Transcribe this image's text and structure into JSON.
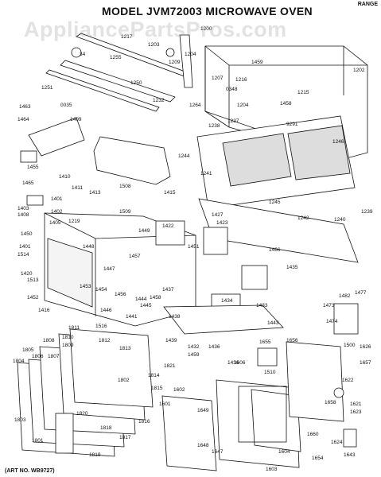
{
  "header": {
    "title": "MODEL JVM72003 MICROWAVE OVEN",
    "range": "RANGE",
    "watermark": "AppliancePartsPros.com",
    "art_no": "(ART NO. WB9727)"
  },
  "parts": [
    {
      "id": "p1217",
      "label": "1217"
    },
    {
      "id": "p1203",
      "label": "1203"
    },
    {
      "id": "p1200",
      "label": "1200"
    },
    {
      "id": "p1204",
      "label": "1204"
    },
    {
      "id": "p1202",
      "label": "1202"
    },
    {
      "id": "p34",
      "label": "34"
    },
    {
      "id": "p1255",
      "label": "1255"
    },
    {
      "id": "p1209",
      "label": "1209"
    },
    {
      "id": "p1459",
      "label": "1459"
    },
    {
      "id": "p1207",
      "label": "1207"
    },
    {
      "id": "p1216",
      "label": "1216"
    },
    {
      "id": "p0348",
      "label": "0348"
    },
    {
      "id": "p1204b",
      "label": "1204"
    },
    {
      "id": "p1215",
      "label": "1215"
    },
    {
      "id": "p1251",
      "label": "1251"
    },
    {
      "id": "p1250",
      "label": "1250"
    },
    {
      "id": "p1232",
      "label": "1232"
    },
    {
      "id": "p1264",
      "label": "1264"
    },
    {
      "id": "p1463",
      "label": "1463"
    },
    {
      "id": "p0035",
      "label": "0035"
    },
    {
      "id": "p1458",
      "label": "1458"
    },
    {
      "id": "p9291",
      "label": "9291"
    },
    {
      "id": "p1464",
      "label": "1464"
    },
    {
      "id": "p1409",
      "label": "1409"
    },
    {
      "id": "p1238",
      "label": "1238"
    },
    {
      "id": "p1237",
      "label": "1237"
    },
    {
      "id": "p1246",
      "label": "1246"
    },
    {
      "id": "p1244",
      "label": "1244"
    },
    {
      "id": "p1455",
      "label": "1455"
    },
    {
      "id": "p1410",
      "label": "1410"
    },
    {
      "id": "p1411",
      "label": "1411"
    },
    {
      "id": "p1413",
      "label": "1413"
    },
    {
      "id": "p1508",
      "label": "1508"
    },
    {
      "id": "p1415",
      "label": "1415"
    },
    {
      "id": "p1241",
      "label": "1241"
    },
    {
      "id": "p1465",
      "label": "1465"
    },
    {
      "id": "p1245",
      "label": "1245"
    },
    {
      "id": "p1401",
      "label": "1401"
    },
    {
      "id": "p1403",
      "label": "1403"
    },
    {
      "id": "p1408",
      "label": "1408"
    },
    {
      "id": "p1402",
      "label": "1402"
    },
    {
      "id": "p1509",
      "label": "1509"
    },
    {
      "id": "p1427",
      "label": "1427"
    },
    {
      "id": "p1242",
      "label": "1242"
    },
    {
      "id": "p1240",
      "label": "1240"
    },
    {
      "id": "p1239",
      "label": "1239"
    },
    {
      "id": "p1405",
      "label": "1405"
    },
    {
      "id": "p1219",
      "label": "1219"
    },
    {
      "id": "p1422",
      "label": "1422"
    },
    {
      "id": "p1423",
      "label": "1423"
    },
    {
      "id": "p1450",
      "label": "1450"
    },
    {
      "id": "p1449",
      "label": "1449"
    },
    {
      "id": "p1466",
      "label": "1466"
    },
    {
      "id": "p1448",
      "label": "1448"
    },
    {
      "id": "p1401b",
      "label": "1401"
    },
    {
      "id": "p1457",
      "label": "1457"
    },
    {
      "id": "p1451",
      "label": "1451"
    },
    {
      "id": "p1514",
      "label": "1514"
    },
    {
      "id": "p1447",
      "label": "1447"
    },
    {
      "id": "p1435",
      "label": "1435"
    },
    {
      "id": "p1420",
      "label": "1420"
    },
    {
      "id": "p1513",
      "label": "1513"
    },
    {
      "id": "p1453",
      "label": "1453"
    },
    {
      "id": "p1454",
      "label": "1454"
    },
    {
      "id": "p1437",
      "label": "1437"
    },
    {
      "id": "p1458b",
      "label": "1458"
    },
    {
      "id": "p1434",
      "label": "1434"
    },
    {
      "id": "p1452",
      "label": "1452"
    },
    {
      "id": "p1456",
      "label": "1456"
    },
    {
      "id": "p1444",
      "label": "1444"
    },
    {
      "id": "p1433",
      "label": "1433"
    },
    {
      "id": "p1445",
      "label": "1445"
    },
    {
      "id": "p1482",
      "label": "1482"
    },
    {
      "id": "p1477",
      "label": "1477"
    },
    {
      "id": "p1416",
      "label": "1416"
    },
    {
      "id": "p1446",
      "label": "1446"
    },
    {
      "id": "p1441",
      "label": "1441"
    },
    {
      "id": "p1473",
      "label": "1473"
    },
    {
      "id": "p1438",
      "label": "1438"
    },
    {
      "id": "p1443",
      "label": "1443"
    },
    {
      "id": "p1474",
      "label": "1474"
    },
    {
      "id": "p1811",
      "label": "1811"
    },
    {
      "id": "p1516",
      "label": "1516"
    },
    {
      "id": "p1439",
      "label": "1439"
    },
    {
      "id": "p1655",
      "label": "1655"
    },
    {
      "id": "p1656",
      "label": "1656"
    },
    {
      "id": "p1500",
      "label": "1500"
    },
    {
      "id": "p1626",
      "label": "1626"
    },
    {
      "id": "p1810",
      "label": "1810"
    },
    {
      "id": "p1812",
      "label": "1812"
    },
    {
      "id": "p1432",
      "label": "1432"
    },
    {
      "id": "p1436",
      "label": "1436"
    },
    {
      "id": "p1606",
      "label": "1606"
    },
    {
      "id": "p1657",
      "label": "1657"
    },
    {
      "id": "p1808",
      "label": "1808"
    },
    {
      "id": "p1809",
      "label": "1809"
    },
    {
      "id": "p1813",
      "label": "1813"
    },
    {
      "id": "p1459b",
      "label": "1459"
    },
    {
      "id": "p1805",
      "label": "1805"
    },
    {
      "id": "p1806",
      "label": "1806"
    },
    {
      "id": "p1807",
      "label": "1807"
    },
    {
      "id": "p1510",
      "label": "1510"
    },
    {
      "id": "p1804",
      "label": "1804"
    },
    {
      "id": "p1821",
      "label": "1821"
    },
    {
      "id": "p1436b",
      "label": "1436"
    },
    {
      "id": "p1622",
      "label": "1622"
    },
    {
      "id": "p1802",
      "label": "1802"
    },
    {
      "id": "p1814",
      "label": "1814"
    },
    {
      "id": "p1602",
      "label": "1602"
    },
    {
      "id": "p1815",
      "label": "1815"
    },
    {
      "id": "p1601",
      "label": "1601"
    },
    {
      "id": "p1658",
      "label": "1658"
    },
    {
      "id": "p1621",
      "label": "1621"
    },
    {
      "id": "p1803",
      "label": "1803"
    },
    {
      "id": "p1820",
      "label": "1820"
    },
    {
      "id": "p1816",
      "label": "1816"
    },
    {
      "id": "p1649",
      "label": "1649"
    },
    {
      "id": "p1623",
      "label": "1623"
    },
    {
      "id": "p1801",
      "label": "1801"
    },
    {
      "id": "p1818",
      "label": "1818"
    },
    {
      "id": "p1817",
      "label": "1817"
    },
    {
      "id": "p1660",
      "label": "1660"
    },
    {
      "id": "p1648",
      "label": "1648"
    },
    {
      "id": "p1604",
      "label": "1604"
    },
    {
      "id": "p1654",
      "label": "1654"
    },
    {
      "id": "p1624",
      "label": "1624"
    },
    {
      "id": "p1647",
      "label": "1647"
    },
    {
      "id": "p1643",
      "label": "1643"
    },
    {
      "id": "p1819",
      "label": "1819"
    },
    {
      "id": "p1603",
      "label": "1603"
    }
  ]
}
